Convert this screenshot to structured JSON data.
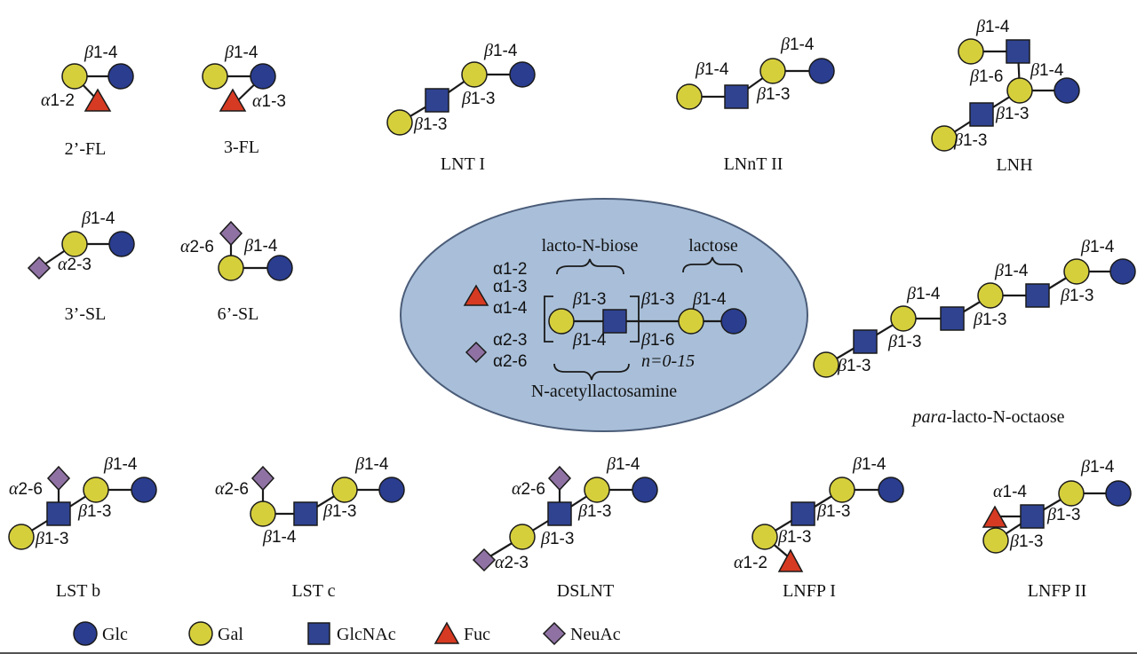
{
  "names": {
    "fl2": "2’-FL",
    "fl3": "3-FL",
    "lnt": "LNT I",
    "lnnt": "LNnT II",
    "lnh": "LNH",
    "sl3": "3’-SL",
    "sl6": "6’-SL",
    "plno_italic": "para",
    "plno_rest": "-lacto-N-octaose",
    "lstb": "LST b",
    "lstc": "LST c",
    "dslnt": "DSLNT",
    "lnfp1": "LNFP I",
    "lnfp2": "LNFP II"
  },
  "center": {
    "lacto_n_biose": "lacto-N-biose",
    "lactose": "lactose",
    "n_acetyllactosamine": "N-acetyllactosamine",
    "repeat": "n=0-15",
    "fuc_links": [
      "α1-2",
      "α1-3",
      "α1-4"
    ],
    "neuac_links": [
      "α2-3",
      "α2-6"
    ]
  },
  "legend": {
    "glc": "Glc",
    "gal": "Gal",
    "glcnac": "GlcNAc",
    "fuc": "Fuc",
    "neuac": "NeuAc"
  },
  "colors": {
    "glc": "#2a3d8f",
    "gal": "#d6cf3c",
    "glcnac": "#2f4391",
    "fuc": "#d63a22",
    "neuac": "#8f72a3",
    "center_background": "#a9bfd9"
  }
}
